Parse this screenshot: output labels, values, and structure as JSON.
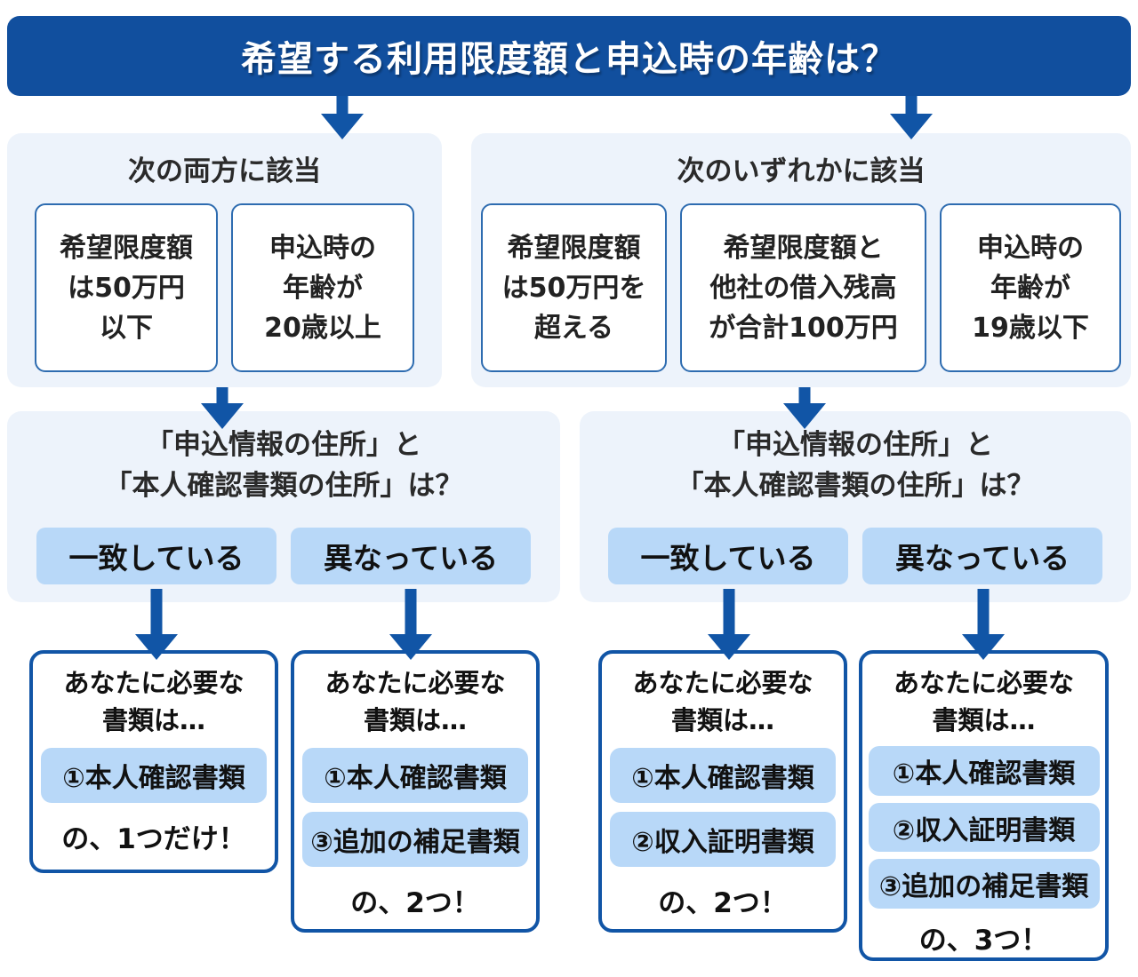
{
  "title": "希望する利用限度額と申込時の年齢は？",
  "colors": {
    "accent_blue": "#1155a6",
    "title_bar_bg": "#114f9e",
    "panel_bg": "#edf3fb",
    "pill_bg": "#b8d8f8",
    "condition_border": "#2e6cb0",
    "text_dark": "#222222",
    "title_text": "#ffffff"
  },
  "branch_left": {
    "heading": "次の両方に該当",
    "conditions": [
      {
        "lines": [
          "希望限度額",
          "は50万円",
          "以下"
        ]
      },
      {
        "lines": [
          "申込時の",
          "年齢が",
          "20歳以上"
        ]
      }
    ]
  },
  "branch_right": {
    "heading": "次のいずれかに該当",
    "conditions": [
      {
        "lines": [
          "希望限度額",
          "は50万円を",
          "超える"
        ]
      },
      {
        "lines": [
          "希望限度額と",
          "他社の借入残高",
          "が合計100万円"
        ]
      },
      {
        "lines": [
          "申込時の",
          "年齢が",
          "19歳以下"
        ]
      }
    ]
  },
  "question_left": {
    "title_lines": [
      "「申込情報の住所」と",
      "「本人確認書類の住所」は？"
    ],
    "options": [
      "一致している",
      "異なっている"
    ]
  },
  "question_right": {
    "title_lines": [
      "「申込情報の住所」と",
      "「本人確認書類の住所」は？"
    ],
    "options": [
      "一致している",
      "異なっている"
    ]
  },
  "results": [
    {
      "heading_lines": [
        "あなたに必要な",
        "書類は…"
      ],
      "documents": [
        "①本人確認書類"
      ],
      "footer": "の、1つだけ！"
    },
    {
      "heading_lines": [
        "あなたに必要な",
        "書類は…"
      ],
      "documents": [
        "①本人確認書類",
        "③追加の補足書類"
      ],
      "footer": "の、2つ！"
    },
    {
      "heading_lines": [
        "あなたに必要な",
        "書類は…"
      ],
      "documents": [
        "①本人確認書類",
        "②収入証明書類"
      ],
      "footer": "の、2つ！"
    },
    {
      "heading_lines": [
        "あなたに必要な",
        "書類は…"
      ],
      "documents": [
        "①本人確認書類",
        "②収入証明書類",
        "③追加の補足書類"
      ],
      "footer": "の、3つ！"
    }
  ]
}
